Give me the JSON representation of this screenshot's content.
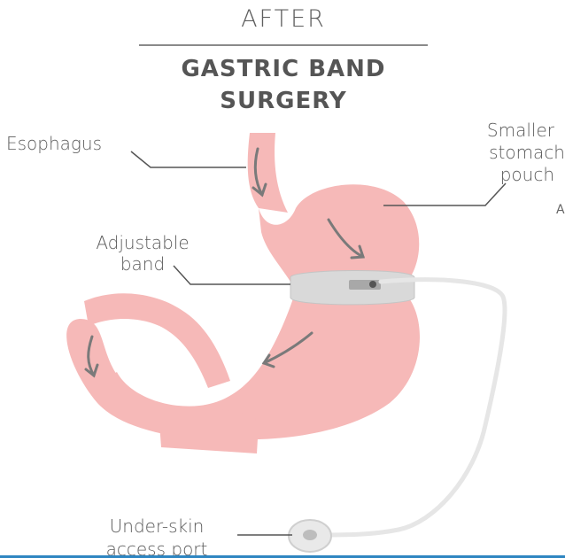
{
  "header": {
    "kicker": "AFTER",
    "title_line1": "GASTRIC BAND",
    "title_line2": "SURGERY"
  },
  "labels": {
    "esophagus": "Esophagus",
    "pouch_line1": "Smaller",
    "pouch_line2": "stomach",
    "pouch_line3": "pouch",
    "band_line1": "Adjustable",
    "band_line2": "band",
    "port_line1": "Under-skin",
    "port_line2": "access port"
  },
  "edge_fragment": "A",
  "colors": {
    "stomach_fill": "#f6b9b8",
    "stomach_shadow": "#f1a7a7",
    "band": "#d9d9d9",
    "tube": "#eeeeee",
    "text": "#5b5b5b",
    "accent_bar": "#2e86c1"
  }
}
